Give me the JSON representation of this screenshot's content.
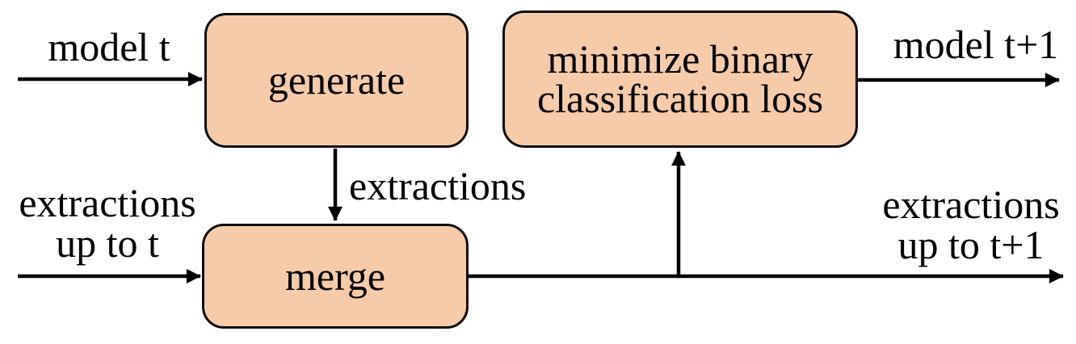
{
  "figure": {
    "type": "flow-diagram",
    "colors": {
      "background": "#ffffff",
      "node_fill": "#F5CBAA",
      "node_stroke": "#0d0d0d",
      "arrow": "#000000",
      "text": "#000000"
    },
    "nodes": [
      {
        "id": "generate",
        "label": "generate"
      },
      {
        "id": "minimize-loss",
        "label": "minimize binary classification loss"
      },
      {
        "id": "merge",
        "label": "merge"
      }
    ],
    "labels": {
      "model_t": "model t",
      "extractions_mid": "extractions",
      "extractions_up_to_t": {
        "line1": "extractions",
        "line2": "up to t"
      },
      "model_t_plus_1": "model t+1",
      "extractions_up_to_t_plus_1": {
        "line1": "extractions",
        "line2": "up to t+1"
      }
    },
    "edges": [
      {
        "from": "input",
        "to": "generate",
        "label": "model t"
      },
      {
        "from": "generate",
        "to": "merge",
        "label": "extractions"
      },
      {
        "from": "input",
        "to": "merge",
        "label": "extractions up to t"
      },
      {
        "from": "merge",
        "to": "minimize binary classification loss",
        "label": ""
      },
      {
        "from": "merge",
        "to": "output",
        "label": "extractions up to t+1"
      },
      {
        "from": "minimize binary classification loss",
        "to": "output",
        "label": "model t+1"
      }
    ]
  }
}
